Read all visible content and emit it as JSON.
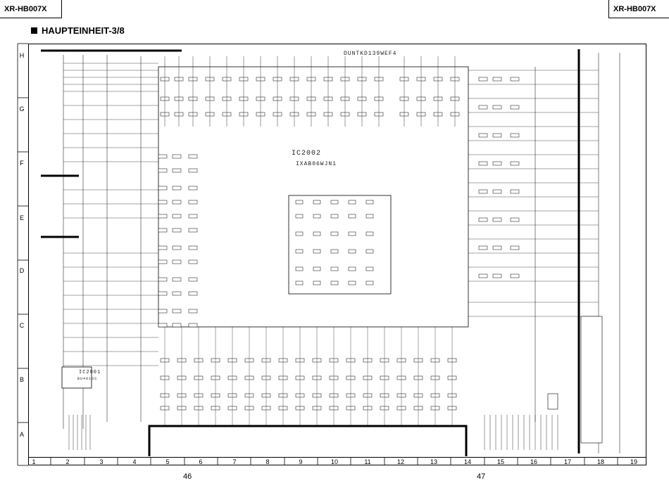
{
  "header": {
    "model_left": "XR-HB007X",
    "model_right": "XR-HB007X"
  },
  "title": "HAUPTEINHEIT-3/8",
  "row_labels": [
    "H",
    "G",
    "F",
    "E",
    "D",
    "C",
    "B",
    "A"
  ],
  "column_labels": [
    "1",
    "2",
    "3",
    "4",
    "5",
    "6",
    "7",
    "8",
    "9",
    "10",
    "11",
    "12",
    "13",
    "14",
    "15",
    "16",
    "17",
    "18",
    "19"
  ],
  "schematic": {
    "main_ic_ref": "IC2002",
    "main_ic_part": "IXAB06WJN1",
    "top_ic_part": "DUNTKD139WEF4",
    "small_ic_ref": "IC2001",
    "small_ic_part": "BU4013S"
  },
  "pages": {
    "left": "46",
    "right": "47"
  }
}
